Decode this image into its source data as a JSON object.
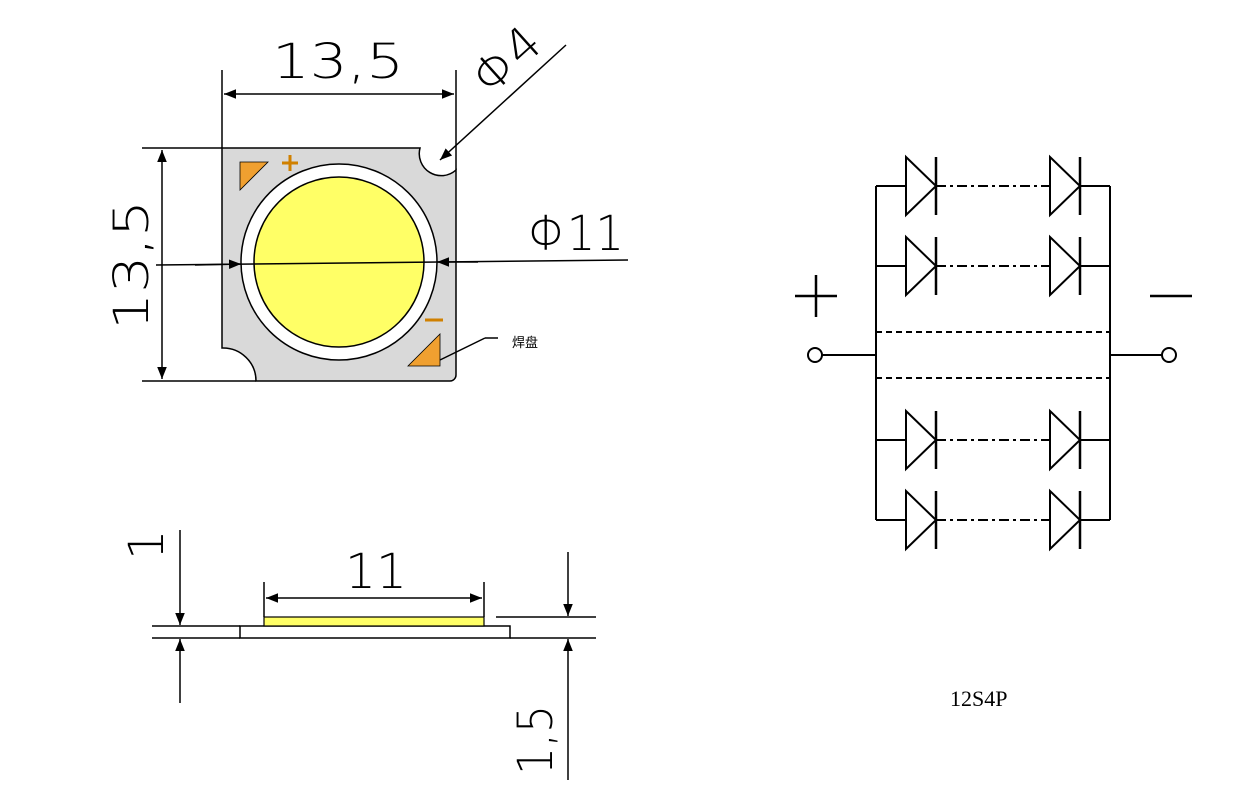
{
  "top_view": {
    "width_label": "13,5",
    "height_label": "13,5",
    "hole_label": "Φ4",
    "led_diameter_label": "Φ11",
    "pad_label": "焊盘",
    "plus_sign": "+",
    "minus_sign": "−"
  },
  "side_view": {
    "led_width_label": "11",
    "led_thickness_label": "1",
    "substrate_thickness_label": "1,5"
  },
  "circuit": {
    "plus_sign": "+",
    "minus_sign": "−",
    "configuration_label": "12S4P"
  },
  "colors": {
    "substrate": "#d9d9d9",
    "led_phosphor": "#ffff66",
    "pad": "#f0a030"
  }
}
